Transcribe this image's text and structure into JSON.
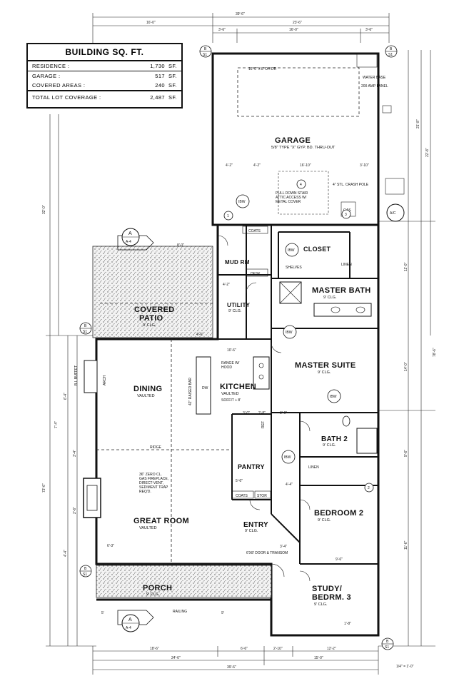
{
  "sqft_table": {
    "title": "BUILDING SQ. FT.",
    "rows": [
      {
        "label": "RESIDENCE :",
        "value": "1,730  SF."
      },
      {
        "label": "GARAGE :",
        "value": "517  SF."
      },
      {
        "label": "COVERED AREAS :",
        "value": "240  SF."
      },
      {
        "label": "TOTAL LOT COVERAGE :",
        "value": "2,487  SF."
      }
    ]
  },
  "rooms": {
    "garage": {
      "name": "GARAGE",
      "sub1": "5/8\" TYPE \"X\" GYP. BD. THRU-OUT"
    },
    "covered_patio": {
      "name1": "COVERED",
      "name2": "PATIO",
      "sub": "9' CLG."
    },
    "mud_rm": {
      "name": "MUD RM"
    },
    "utility": {
      "name": "UTILITY",
      "sub": "9' CLG."
    },
    "closet": {
      "name": "CLOSET"
    },
    "master_bath": {
      "name": "MASTER BATH",
      "sub": "9' CLG."
    },
    "master_suite": {
      "name": "MASTER SUITE",
      "sub": "9' CLG."
    },
    "dining": {
      "name": "DINING",
      "sub": "VAULTED"
    },
    "kitchen": {
      "name": "KITCHEN",
      "sub": "VAULTED"
    },
    "pantry": {
      "name": "PANTRY"
    },
    "bath2": {
      "name": "BATH 2",
      "sub": "9' CLG."
    },
    "linen": {
      "name": "LINEN"
    },
    "great_room": {
      "name": "GREAT ROOM",
      "sub": "VAULTED"
    },
    "entry": {
      "name": "ENTRY",
      "sub": "9' CLG."
    },
    "bedroom2": {
      "name": "BEDROOM 2",
      "sub": "9' CLG."
    },
    "porch": {
      "name": "PORCH",
      "sub": "9' CLG."
    },
    "study": {
      "name1": "STUDY/",
      "name2": "BEDRM. 3",
      "sub": "9' CLG."
    }
  },
  "small_labels": {
    "coats1": "COATS",
    "coats2": "COATS",
    "stor": "STOR",
    "desk": "DESK",
    "shelves": "SHELVES",
    "linen2": "LINEN",
    "ridge": "RIDGE",
    "railing": "RAILING",
    "bi_buffet": "B.I. BUFFET",
    "arch": "ARCH",
    "raised_bar": "42\" RAISED BAR",
    "dw": "DW",
    "ref": "REF",
    "ac": "A/C",
    "gas": "GAS",
    "ibw": "IBW"
  },
  "notes": {
    "garage_door": "16'-0\" x 8' OH DR",
    "pull_down": "PULL DOWN STAIR",
    "attic_access": "ATTIC ACCESS W/",
    "metal_cover": "METAL COVER",
    "fireplace1": "36\" ZERO CL.",
    "fireplace2": "GAS FIREPLACE,",
    "fireplace3": "DIRECT-VENT,",
    "fireplace4": "SEDIMENT TRAP",
    "fireplace5": "REQ'D.",
    "range": "RANGE W/",
    "hood": "HOOD",
    "soffit": "SOFFIT + 8'",
    "panel": "200 AMP PANEL",
    "water_heater": "WATER BASE",
    "crash_pole": "4\" STL. CRASH POLE",
    "transom": "6'X8' DOOR & TRANSOM"
  },
  "dims": {
    "top_total": "39'-6\"",
    "top_left": "16'-0\"",
    "top_right": "23'-6\"",
    "top_r1": "3'-6\"",
    "top_r2": "16'-0\"",
    "top_r3": "3'-6\"",
    "garage_r": "21'-8\"",
    "garage_r2": "22'-8\"",
    "bot_1": "18'-6\"",
    "bot_2": "6'-6\"",
    "bot_3": "15'-0\"",
    "bot_4": "2'-10\"",
    "bot_5": "12'-2\"",
    "bot_mid": "24'-6\"",
    "bot_total": "39'-6\"",
    "left_1": "32'-0\"",
    "left_2": "73'-6\"",
    "right_total": "78'-6\"",
    "d_42": "4'-2\"",
    "d_1610": "16'-10\"",
    "d_310": "3'-10\"",
    "d_56": "5'-6\"",
    "d_46": "4'-6\"",
    "d_36": "3'-6\"",
    "d_106": "10'-6\"",
    "d_30": "3'-0\"",
    "d_28": "2'-8\"",
    "d_74": "7'-4\"",
    "d_64": "6'-4\"",
    "d_44": "4'-4\"",
    "d_80": "8'-0\"",
    "d_96": "9'-6\"",
    "d_34": "3'-4\"",
    "d_26": "2'-6\"",
    "d_18": "1'-8\"",
    "d_110": "11'-0\"",
    "d_116": "11'-6\"",
    "d_140": "14'-0\"",
    "d_6": "6'-3\"",
    "d_9": "9'",
    "d_5": "5'"
  },
  "callouts": {
    "a_top": "A",
    "a_top_ref": "A-4",
    "a_bot": "A",
    "a_bot_ref": "A-4",
    "b_tl": "B",
    "b_tl_ref": "S1",
    "b_tr": "B",
    "b_tr_ref": "S1",
    "b_ml": "B",
    "b_ml_ref": "S1",
    "b_bl": "B",
    "b_bl_ref": "S1",
    "b_br": "B",
    "b_br_ref": "S1",
    "n1": "1",
    "n2": "2",
    "n3": "3",
    "n4": "4"
  },
  "scale_note": "1/4\" = 1'-0\""
}
